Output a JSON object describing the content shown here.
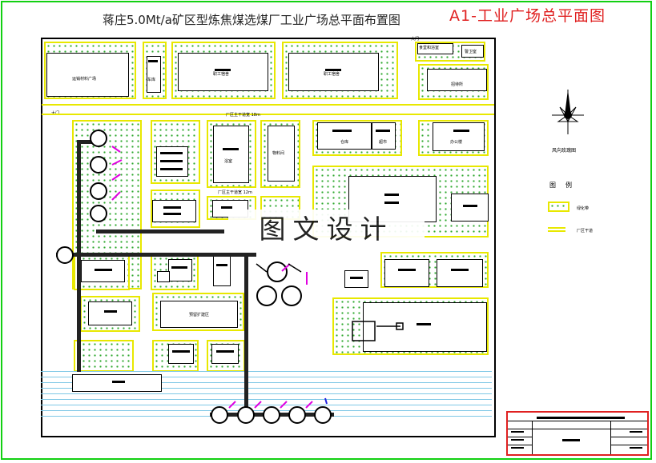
{
  "title": "蒋庄5.0Mt/a矿区型炼焦煤选煤厂工业广场总平面布置图",
  "stamp": "A1-工业广场总平面图",
  "watermark": "图文设计",
  "compass_label": "风向玫瑰图",
  "legend": {
    "title": "图例",
    "items": [
      {
        "label": "绿化带",
        "color": "#2ea82e"
      },
      {
        "label": "厂区干道",
        "color": "#e8e800"
      }
    ]
  },
  "labels": {
    "gate_top": "大门",
    "gate_left": "大门",
    "building_1": "运销材料广场",
    "building_2": "车库",
    "building_3": "职工宿舍",
    "building_4": "职工宿舍",
    "building_5": "食堂和浴室",
    "building_6": "警卫室",
    "building_7": "招待所",
    "building_8": "仓库",
    "building_9": "超市",
    "building_10": "办公楼",
    "building_11": "浴室",
    "building_12": "物料间",
    "building_13": "预留扩建区",
    "road_top": "厂区主干道宽 18m",
    "road_mid": "厂区主干道宽 12m"
  },
  "colors": {
    "frame": "#12d012",
    "green_dots": "#2ea82e",
    "road": "#e8e800",
    "stamp": "#e02020",
    "water": "#7fc8e6"
  }
}
